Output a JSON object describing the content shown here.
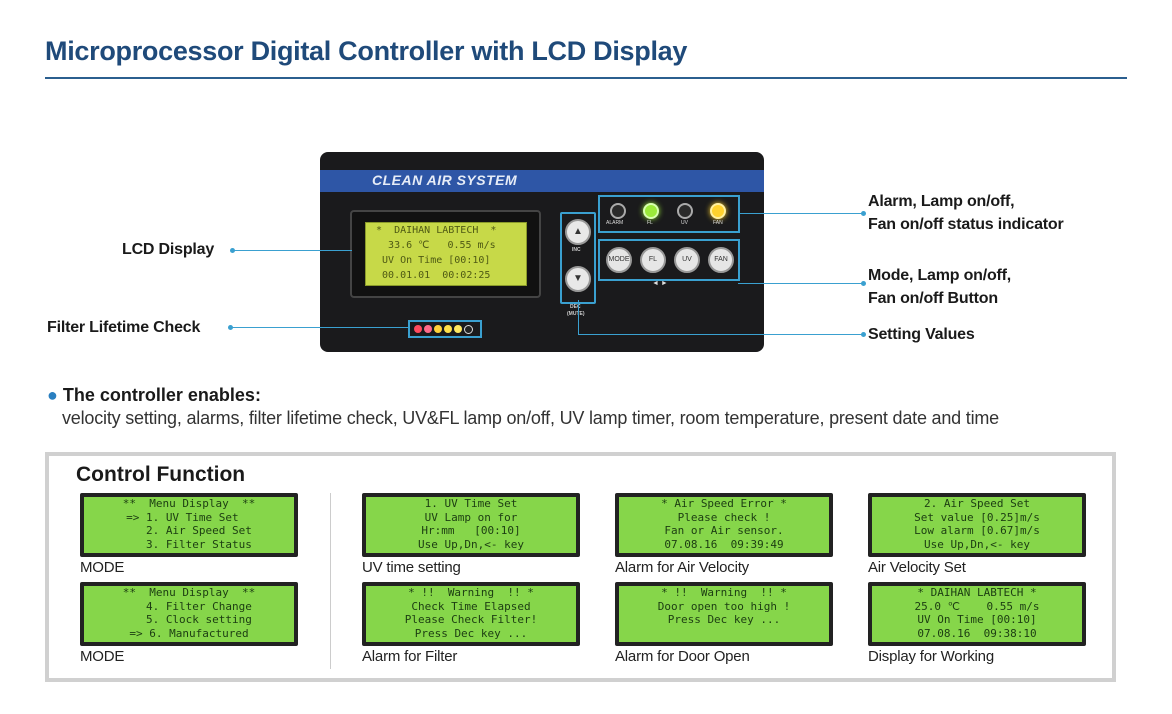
{
  "title": "Microprocessor Digital Controller with LCD Display",
  "panel": {
    "brand": "CLEAN AIR SYSTEM",
    "lcd_lines": [
      " *  DAIHAN LABTECH  *",
      "   33.6 ℃   0.55 m/s",
      "  UV On Time [00:10]",
      "  00.01.01  00:02:25"
    ],
    "indicator_labels": [
      "ALARM",
      "FL",
      "UV",
      "FAN"
    ],
    "button_labels": [
      "MODE",
      "FL",
      "UV",
      "FAN"
    ],
    "inc_label": "INC",
    "dec_label": "DEC",
    "mute_label": "(MUTE)",
    "lr_label": "◄ ►"
  },
  "callouts": {
    "lcd": "LCD Display",
    "filter": "Filter Lifetime Check",
    "alarm_line1": "Alarm, Lamp on/off,",
    "alarm_line2": "Fan on/off status indicator",
    "mode_line1": "Mode, Lamp on/off,",
    "mode_line2": "Fan on/off Button",
    "setting": "Setting Values"
  },
  "bullet": {
    "heading": "The controller enables:",
    "text": "velocity setting, alarms, filter lifetime check, UV&FL lamp on/off, UV lamp timer, room temperature, present date and time"
  },
  "control_function": {
    "title": "Control Function",
    "screens": [
      {
        "caption": "MODE",
        "lines": [
          "**  Menu Display  **",
          "=> 1. UV Time Set  ",
          "   2. Air Speed Set",
          "   3. Filter Status"
        ]
      },
      {
        "caption": "UV time setting",
        "lines": [
          "1. UV Time Set",
          "UV Lamp on for",
          "Hr:mm   [00:10]",
          "Use Up,Dn,<- key"
        ]
      },
      {
        "caption": "Alarm for Air Velocity",
        "lines": [
          "* Air Speed Error *",
          "Please check !",
          "Fan or Air sensor.",
          "07.08.16  09:39:49"
        ]
      },
      {
        "caption": "Air Velocity Set",
        "lines": [
          "2. Air Speed Set",
          "Set value [0.25]m/s",
          "Low alarm [0.67]m/s",
          "Use Up,Dn,<- key"
        ]
      },
      {
        "caption": "MODE",
        "lines": [
          "**  Menu Display  **",
          "   4. Filter Change",
          "   5. Clock setting",
          "=> 6. Manufactured"
        ]
      },
      {
        "caption": "Alarm for Filter",
        "lines": [
          "* !!  Warning  !! *",
          "Check Time Elapsed",
          "Please Check Filter!",
          "Press Dec key ..."
        ]
      },
      {
        "caption": "Alarm for Door Open",
        "lines": [
          "* !!  Warning  !! *",
          "",
          "Door open too high !",
          "Press Dec key ..."
        ]
      },
      {
        "caption": "Display for Working",
        "lines": [
          "* DAIHAN LABTECH *",
          "25.0 ℃    0.55 m/s",
          "UV On Time [00:10]",
          "07.08.16  09:38:10"
        ]
      }
    ]
  },
  "colors": {
    "title": "#1f4a7a",
    "panel_band": "#2e56a6",
    "callout_line": "#3aa0d0",
    "lcd": "#c7d948",
    "screen": "#86d64a"
  },
  "icons": [
    "inc-arrow-icon",
    "dec-arrow-icon",
    "bullet-dot-icon"
  ]
}
